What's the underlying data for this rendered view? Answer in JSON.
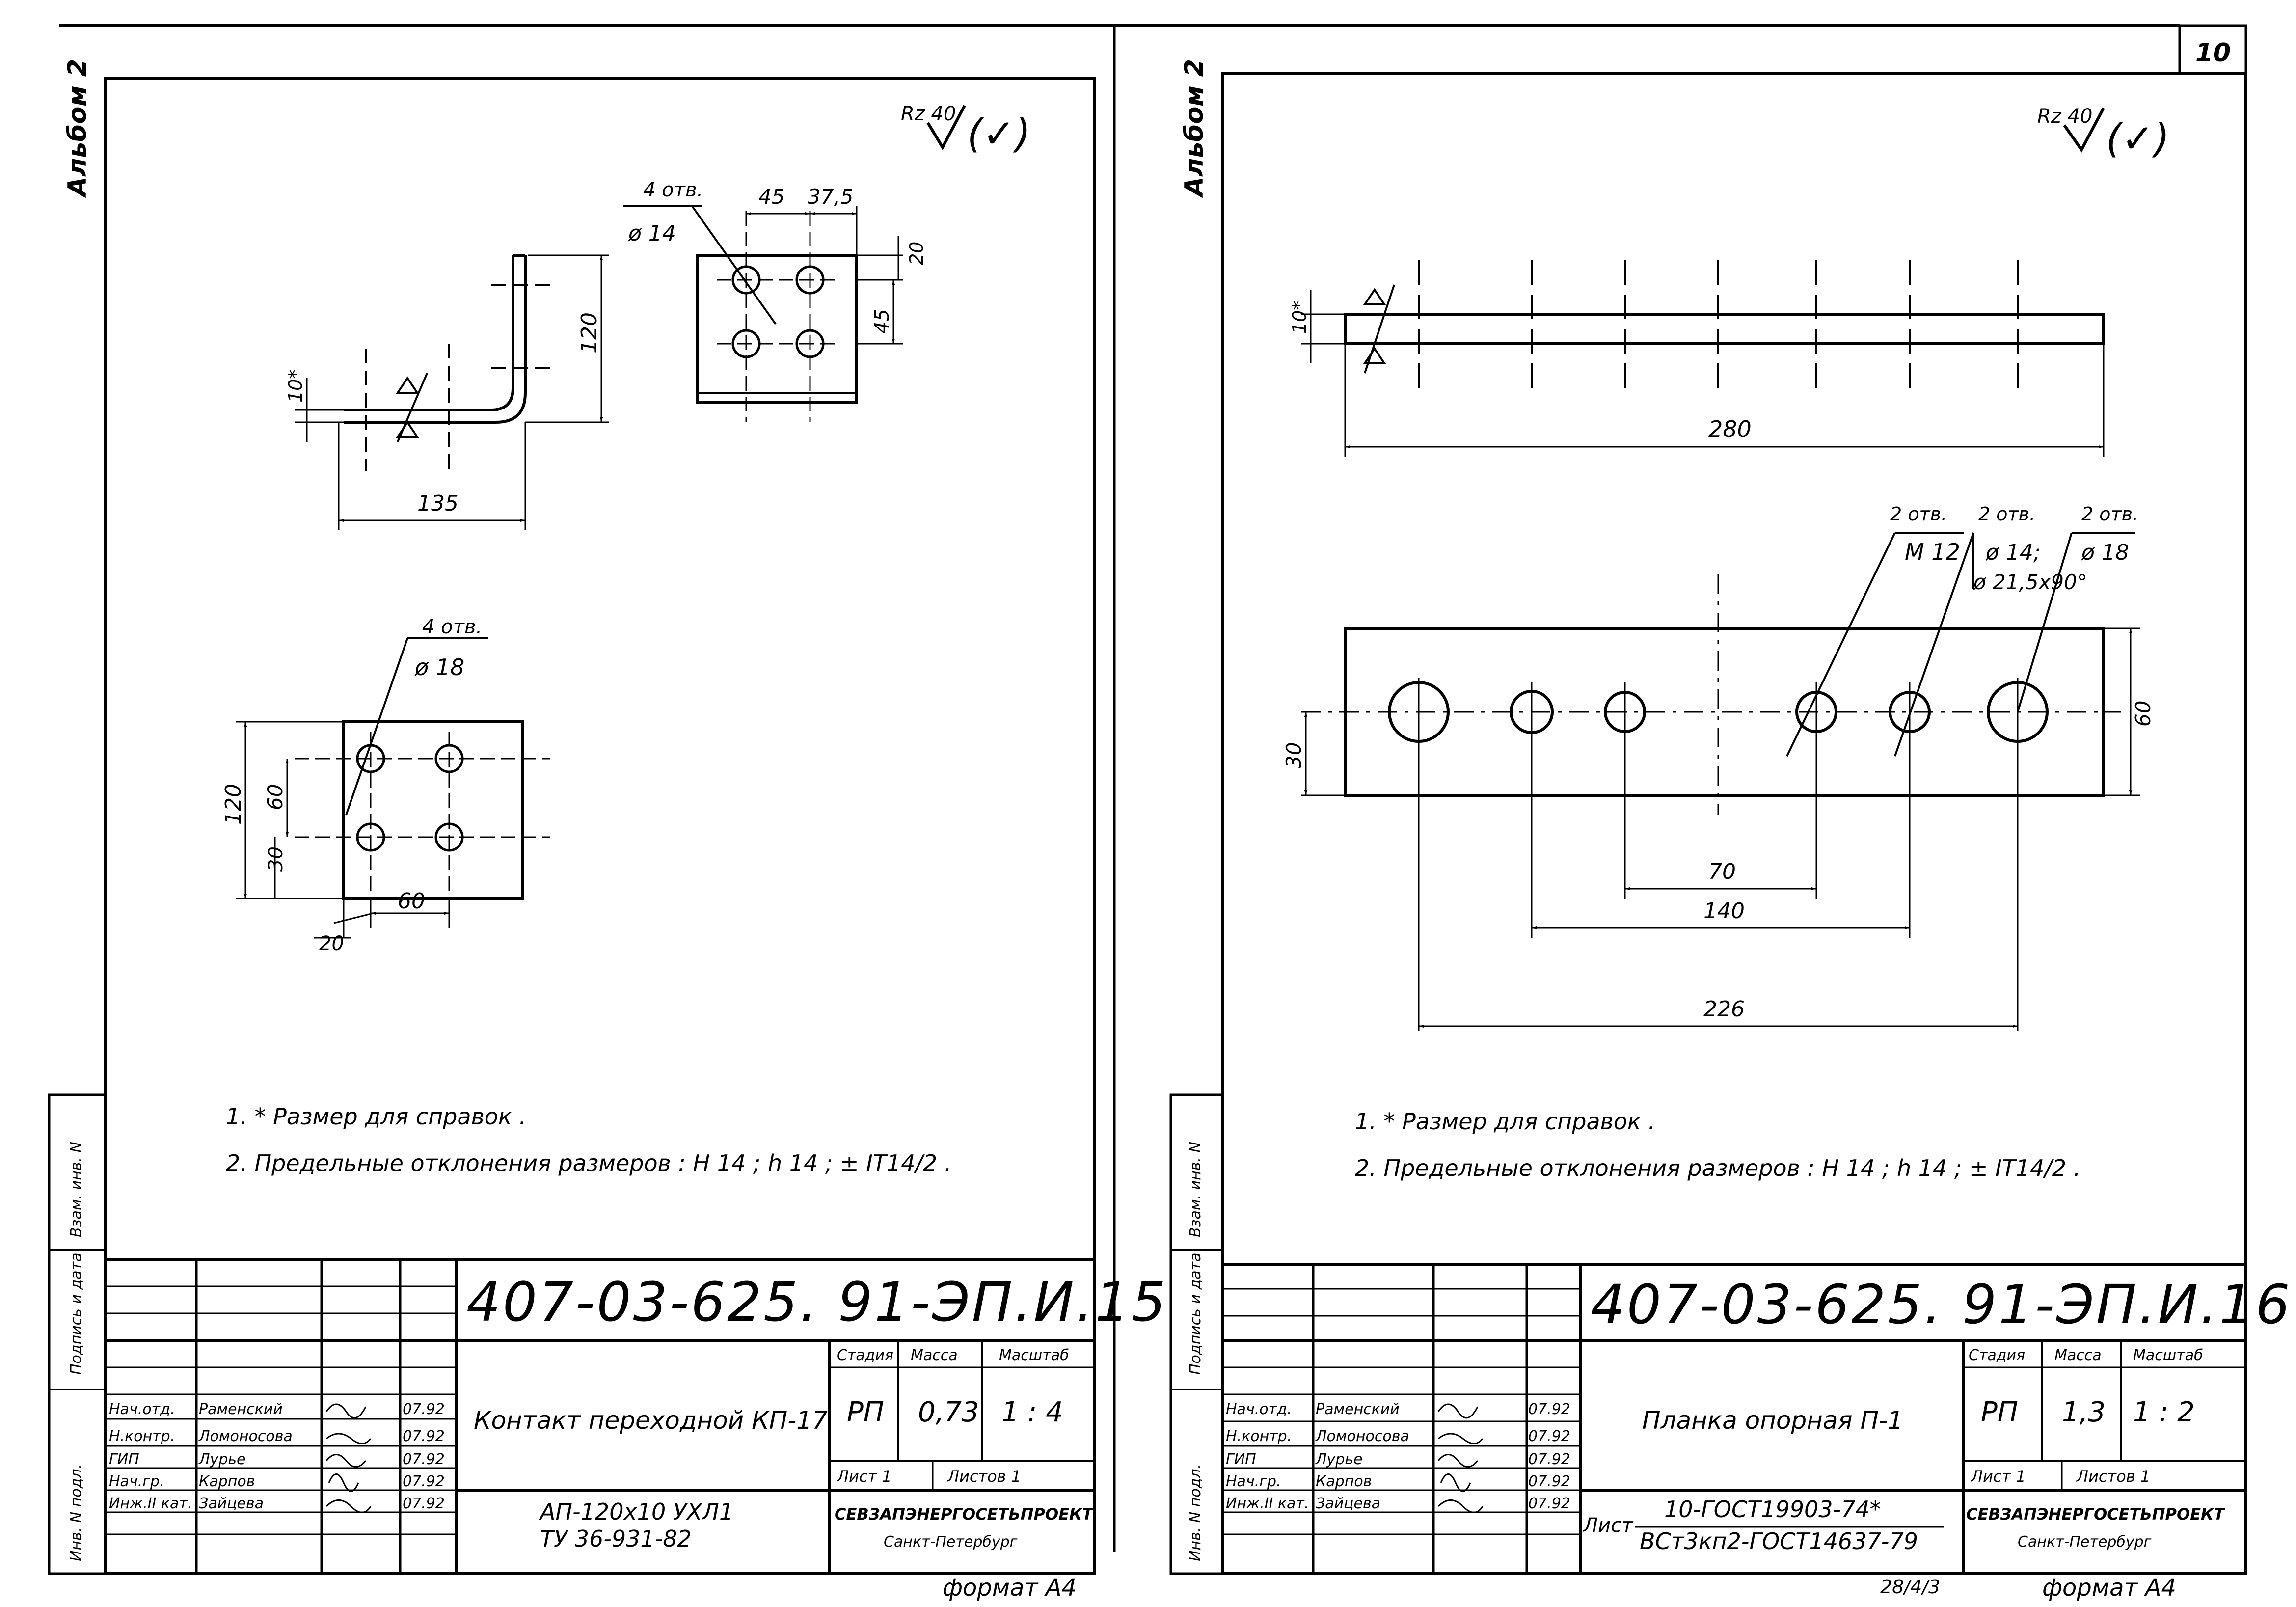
{
  "page_number": "10",
  "album_label": "Альбом 2",
  "side_labels": {
    "vzam": "Взам. инв. N",
    "podpis": "Подпись и дата",
    "inv": "Инв. N подл."
  },
  "format_label": "формат А4",
  "handwritten_note": "28/4/3",
  "left": {
    "roughness": "Rz 40",
    "roughness_paren": "(✓)",
    "angle": {
      "holes_count": "4 отв.",
      "holes_dia": "ø 14",
      "dim_45": "45",
      "dim_37_5": "37,5",
      "dim_20": "20",
      "dim_45v": "45",
      "dim_120": "120",
      "dim_10": "10*",
      "dim_135": "135"
    },
    "plate": {
      "holes_count": "4 отв.",
      "holes_dia": "ø 18",
      "dim_120": "120",
      "dim_60v": "60",
      "dim_30": "30",
      "dim_60h": "60",
      "dim_20": "20"
    },
    "notes": [
      "1. * Размер для справок .",
      "2. Предельные отклонения размеров : H 14 ; h 14 ; ± IT14/2 ."
    ],
    "title_block": {
      "code": "407-03-625. 91-ЭП.И.15",
      "name": "Контакт переходной КП-17",
      "material_1": "АП-120х10 УХЛ1",
      "material_2": "ТУ 36-931-82",
      "stage_hdr": "Стадия",
      "mass_hdr": "Масса",
      "scale_hdr": "Масштаб",
      "stage": "РП",
      "mass": "0,73",
      "scale": "1 : 4",
      "sheet": "Лист 1",
      "sheets": "Листов 1",
      "org_1": "СЕВЗАПЭНЕРГОСЕТЬПРОЕКТ",
      "org_2": "Санкт-Петербург",
      "people": [
        {
          "role": "Нач.отд.",
          "name": "Раменский",
          "date": "07.92"
        },
        {
          "role": "Н.контр.",
          "name": "Ломоносова",
          "date": "07.92"
        },
        {
          "role": "ГИП",
          "name": "Лурье",
          "date": "07.92"
        },
        {
          "role": "Нач.гр.",
          "name": "Карпов",
          "date": "07.92"
        },
        {
          "role": "Инж.II кат.",
          "name": "Зайцева",
          "date": "07.92"
        }
      ]
    }
  },
  "right": {
    "roughness": "Rz 40",
    "roughness_paren": "(✓)",
    "side": {
      "dim_10": "10*",
      "dim_280": "280"
    },
    "front": {
      "callout_1_count": "2 отв.",
      "callout_1_val": "M 12",
      "callout_2_count": "2 отв.",
      "callout_2_val1": "ø 14;",
      "callout_2_val2": "ø 21,5x90°",
      "callout_3_count": "2 отв.",
      "callout_3_val": "ø 18",
      "dim_30": "30",
      "dim_60": "60",
      "dim_70": "70",
      "dim_140": "140",
      "dim_226": "226"
    },
    "notes": [
      "1. * Размер для справок .",
      "2. Предельные отклонения размеров : H 14 ; h 14 ; ± IT14/2 ."
    ],
    "title_block": {
      "code": "407-03-625. 91-ЭП.И.16",
      "name": "Планка опорная П-1",
      "material_label": "Лист",
      "material_1": "10-ГОСТ19903-74*",
      "material_2": "ВСт3кп2-ГОСТ14637-79",
      "stage_hdr": "Стадия",
      "mass_hdr": "Масса",
      "scale_hdr": "Масштаб",
      "stage": "РП",
      "mass": "1,3",
      "scale": "1 : 2",
      "sheet": "Лист 1",
      "sheets": "Листов 1",
      "org_1": "СЕВЗАПЭНЕРГОСЕТЬПРОЕКТ",
      "org_2": "Санкт-Петербург",
      "people": [
        {
          "role": "Нач.отд.",
          "name": "Раменский",
          "date": "07.92"
        },
        {
          "role": "Н.контр.",
          "name": "Ломоносова",
          "date": "07.92"
        },
        {
          "role": "ГИП",
          "name": "Лурье",
          "date": "07.92"
        },
        {
          "role": "Нач.гр.",
          "name": "Карпов",
          "date": "07.92"
        },
        {
          "role": "Инж.II кат.",
          "name": "Зайцева",
          "date": "07.92"
        }
      ]
    }
  }
}
